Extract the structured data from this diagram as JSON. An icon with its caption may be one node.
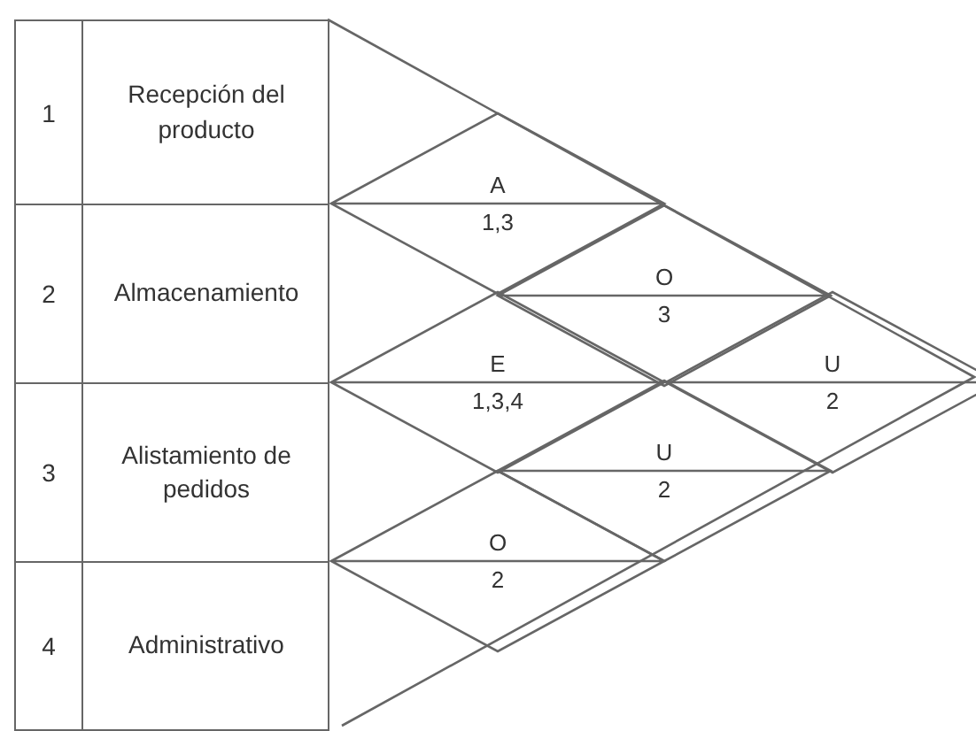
{
  "diagram": {
    "nodes": [
      {
        "text": [
          "1",
          "Recepción del producto"
        ]
      },
      {
        "text": [
          "2",
          "Almacenamiento"
        ]
      },
      {
        "text": [
          "3",
          "Alistamiento de pedidos"
        ]
      },
      {
        "text": [
          "4",
          "Administrativo"
        ]
      },
      {
        "text": [
          "A",
          "1,3"
        ]
      },
      {
        "text": [
          "O",
          "3"
        ]
      },
      {
        "text": [
          "E",
          "1,3,4"
        ]
      },
      {
        "text": [
          "U",
          "2"
        ]
      },
      {
        "text": [
          "U",
          "2"
        ]
      },
      {
        "text": [
          "O",
          "2"
        ]
      }
    ]
  }
}
